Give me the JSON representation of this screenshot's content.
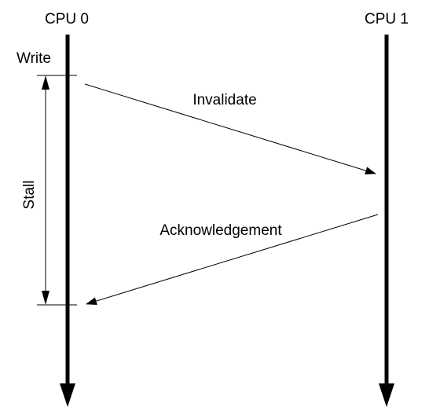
{
  "lanes": {
    "left_label": "CPU 0",
    "right_label": "CPU 1"
  },
  "events": {
    "write_label": "Write",
    "stall_label": "Stall"
  },
  "messages": {
    "invalidate_label": "Invalidate",
    "acknowledgement_label": "Acknowledgement"
  },
  "colors": {
    "stroke": "#000000",
    "background": "#ffffff"
  }
}
